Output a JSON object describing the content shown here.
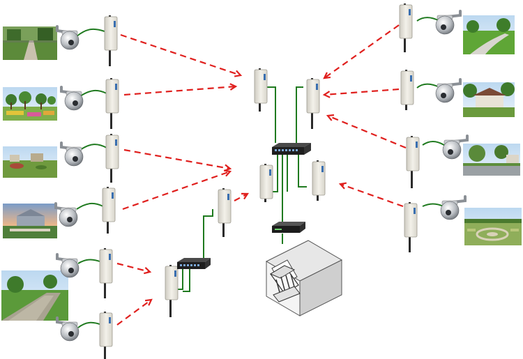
{
  "colors": {
    "wireless_link": "#e0201e",
    "cable": "#1f7a1f",
    "radio_body": "#e9e6dc",
    "radio_label": "#3a6fb0",
    "pole": "#2b2b2b",
    "switch": "#222222",
    "building": "#f2f2f2"
  },
  "icons": {
    "camera": "ptz-dome-camera-icon",
    "radio": "wireless-bridge-radio-icon",
    "switch": "network-switch-icon",
    "nvr": "nvr-recorder-icon",
    "building": "control-center-building-icon"
  },
  "scenes": [
    {
      "name": "scene-garden-path",
      "kind": "path"
    },
    {
      "name": "scene-flower-garden",
      "kind": "flowers"
    },
    {
      "name": "scene-lawn",
      "kind": "lawn"
    },
    {
      "name": "scene-plaza",
      "kind": "plaza"
    },
    {
      "name": "scene-stone-walkway",
      "kind": "walkway"
    },
    {
      "name": "scene-park-road",
      "kind": "road"
    },
    {
      "name": "scene-villa",
      "kind": "villa"
    },
    {
      "name": "scene-courtyard",
      "kind": "courtyard"
    },
    {
      "name": "scene-formal-garden",
      "kind": "formal"
    }
  ]
}
